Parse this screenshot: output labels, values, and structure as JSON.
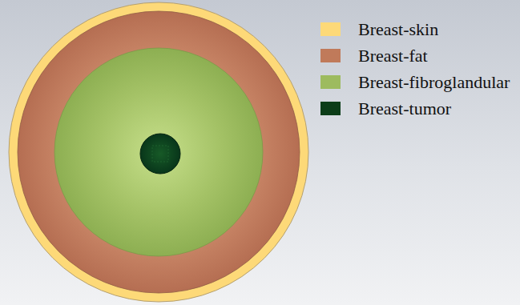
{
  "diagram": {
    "legend": [
      {
        "text": "Breast-skin",
        "color": "#fdd978"
      },
      {
        "text": "Breast-fat",
        "color": "#c07a5a"
      },
      {
        "text": "Breast-fibroglandular",
        "color": "#9dbb5f"
      },
      {
        "text": "Breast-tumor",
        "color": "#0c3d18"
      }
    ]
  }
}
